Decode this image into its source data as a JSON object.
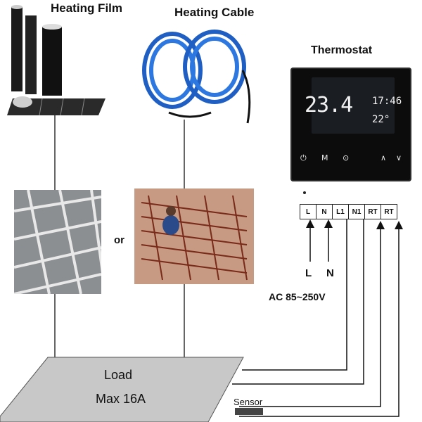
{
  "titles": {
    "heating_film": "Heating Film",
    "heating_cable": "Heating Cable",
    "thermostat": "Thermostat"
  },
  "thermostat_display": {
    "temperature": "23.4",
    "time": "17:46",
    "set_temp": "22°",
    "buttons": [
      "⏻",
      "M",
      "⊙",
      "∧",
      "∨"
    ]
  },
  "or_text": "or",
  "terminals": [
    "L",
    "N",
    "L1",
    "N1",
    "RT",
    "RT"
  ],
  "supply": {
    "L": "L",
    "N": "N",
    "voltage": "AC 85~250V"
  },
  "load": {
    "label": "Load",
    "max": "Max 16A"
  },
  "sensor_label": "Sensor",
  "colors": {
    "cable_blue": "#1f5fc4",
    "thermostat_body": "#0c0c0c",
    "load_plate": "#c8c8c8",
    "wire": "#222222"
  }
}
